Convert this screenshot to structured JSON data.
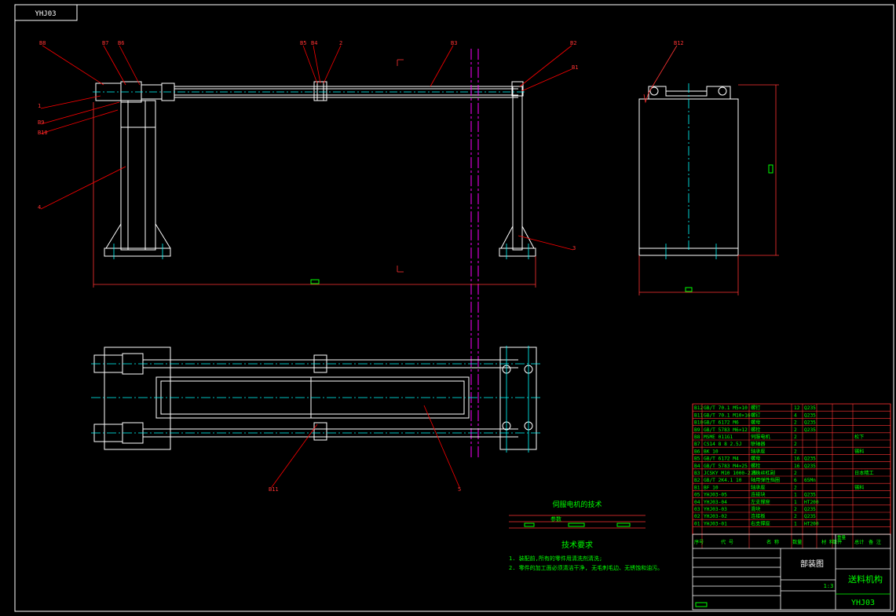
{
  "title_block_code": "YHJ03",
  "title_block_name": "送料机构",
  "title_block_type": "部装图",
  "corner_label": "YHJ03",
  "scale": "1:3",
  "bom_header": [
    "序号",
    "代 号",
    "名 称",
    "数量",
    "材 料",
    "单件",
    "总计",
    "备 注"
  ],
  "bom_header_weight": "重量",
  "bom": [
    {
      "no": "B12",
      "code": "GB/T 70.1 M5×10",
      "name": "螺钉",
      "qty": "12",
      "mat": "Q235",
      "note": ""
    },
    {
      "no": "B11",
      "code": "GB/T 70.1 M10×16",
      "name": "螺钉",
      "qty": "4",
      "mat": "Q235",
      "note": ""
    },
    {
      "no": "B10",
      "code": "GB/T 6172 M6",
      "name": "螺母",
      "qty": "2",
      "mat": "Q235",
      "note": ""
    },
    {
      "no": "B9",
      "code": "GB/T 5783 M6×12",
      "name": "螺栓",
      "qty": "2",
      "mat": "Q235",
      "note": ""
    },
    {
      "no": "B8",
      "code": "MSME 011G1",
      "name": "伺服电机",
      "qty": "2",
      "mat": "",
      "note": "松下"
    },
    {
      "no": "B7",
      "code": "CS14 8 8 2.5J",
      "name": "联轴器",
      "qty": "2",
      "mat": "",
      "note": ""
    },
    {
      "no": "B6",
      "code": "BK 10",
      "name": "轴承座",
      "qty": "2",
      "mat": "",
      "note": "锡科"
    },
    {
      "no": "B5",
      "code": "GB/T 6172 M4",
      "name": "螺母",
      "qty": "16",
      "mat": "Q235",
      "note": ""
    },
    {
      "no": "B4",
      "code": "GB/T 5783 M4×25",
      "name": "螺栓",
      "qty": "16",
      "mat": "Q235",
      "note": ""
    },
    {
      "no": "B3",
      "code": "JCSKY M10 1000-2.5",
      "name": "滚珠丝杠副",
      "qty": "2",
      "mat": "",
      "note": "日本精工"
    },
    {
      "no": "B2",
      "code": "GB/T 2K4.1 10",
      "name": "轴用弹性挡圈",
      "qty": "6",
      "mat": "65Mn",
      "note": ""
    },
    {
      "no": "B1",
      "code": "BF 10",
      "name": "轴承座",
      "qty": "2",
      "mat": "",
      "note": "锡科"
    },
    {
      "no": "05",
      "code": "YHJ03-05",
      "name": "连接块",
      "qty": "1",
      "mat": "Q235",
      "note": ""
    },
    {
      "no": "04",
      "code": "YHJ03-04",
      "name": "左支撑座",
      "qty": "1",
      "mat": "HT200",
      "note": ""
    },
    {
      "no": "03",
      "code": "YHJ03-03",
      "name": "滑块",
      "qty": "2",
      "mat": "Q235",
      "note": ""
    },
    {
      "no": "02",
      "code": "YHJ03-02",
      "name": "连接板",
      "qty": "2",
      "mat": "Q235",
      "note": ""
    },
    {
      "no": "01",
      "code": "YHJ03-01",
      "name": "右支撑座",
      "qty": "1",
      "mat": "HT200",
      "note": ""
    }
  ],
  "servo_title": "伺服电机的技术",
  "servo_row_label": "参数",
  "tech_title": "技术要求",
  "tech_lines": [
    "1. 装配前,所有的零件用清洗剂清洗;",
    "2. 零件的加工面必须清洁干净, 无毛刺毛边、无锈蚀和油污。"
  ],
  "leaders_front": [
    "B8",
    "B7",
    "B6",
    "B5",
    "B4",
    "2",
    "B3",
    "B2",
    "B1",
    "1",
    "B9",
    "B10",
    "4",
    "3"
  ],
  "leader_side": "B12",
  "leaders_top": [
    "B11",
    "5"
  ],
  "colors": {
    "frame": "#ffffff",
    "part": "#ffffff",
    "center": "#00ffff",
    "leader": "#ff0000",
    "text": "#00ff00",
    "phantom": "#ff00ff"
  }
}
